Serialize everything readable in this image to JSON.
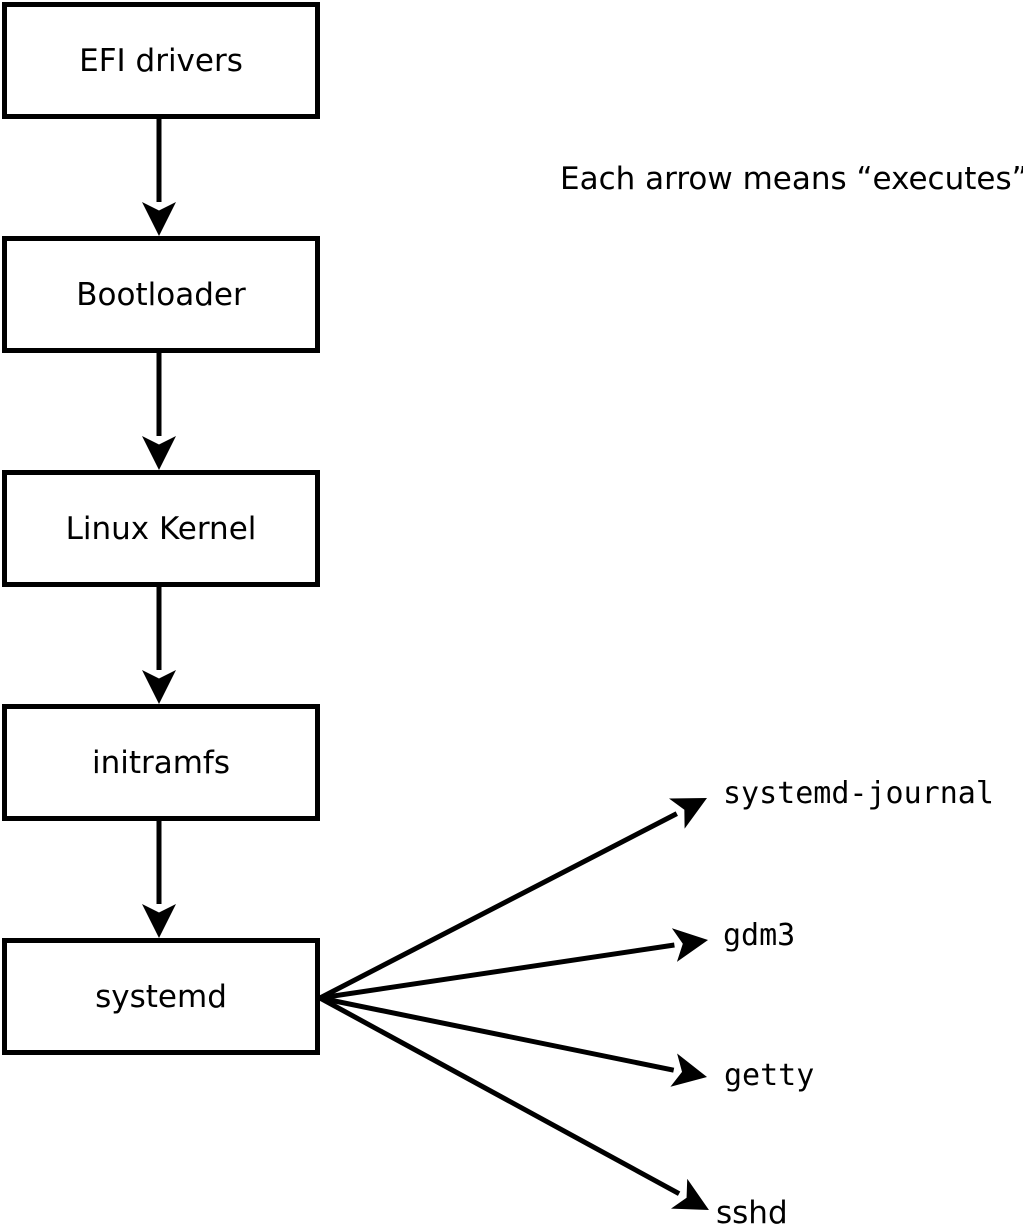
{
  "annotation": "Each arrow means “executes”.",
  "diagram": {
    "boxes": [
      "EFI drivers",
      "Bootloader",
      "Linux Kernel",
      "initramfs",
      "systemd"
    ],
    "spawned": [
      "systemd-journal",
      "gdm3",
      "getty",
      "sshd"
    ]
  },
  "colors": {
    "stroke": "#000000",
    "box_fill": "#ffffff",
    "background": "#ffffff",
    "text": "#000000"
  }
}
